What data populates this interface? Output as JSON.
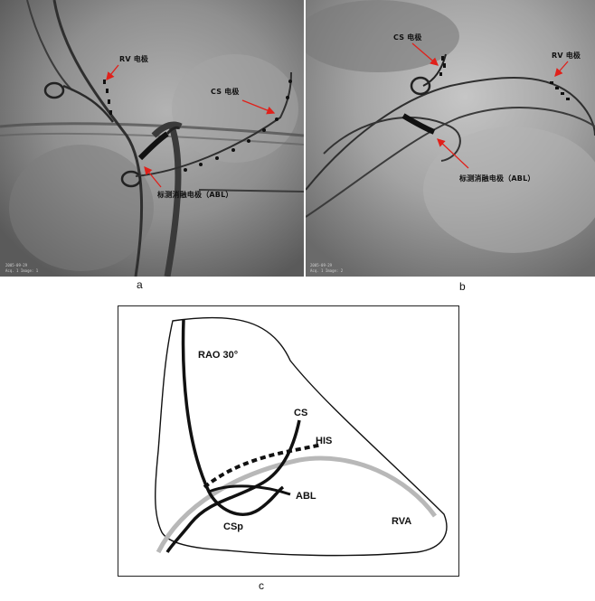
{
  "figure": {
    "panel_a": {
      "label": "a",
      "annotations": {
        "rv": "RV 电极",
        "cs": "CS 电极",
        "abl": "标测消融电极（ABL）"
      },
      "burned_in": [
        "2005-09-29",
        "Acq. 1 Image: 1"
      ]
    },
    "panel_b": {
      "label": "b",
      "annotations": {
        "cs": "CS 电极",
        "rv": "RV 电极",
        "abl": "标测消融电极（ABL）"
      },
      "burned_in": [
        "2005-09-29",
        "Acq. 1 Image: 2"
      ]
    },
    "panel_c": {
      "label": "c",
      "labels": {
        "view": "RAO 30°",
        "cs": "CS",
        "his": "HIS",
        "abl": "ABL",
        "csp": "CSp",
        "rva": "RVA"
      }
    }
  },
  "colors": {
    "arrow": "#e0201a",
    "xray_bg": "#8e8e8e",
    "diagram_line": "#111111",
    "rva_curve": "#b8b8b8"
  }
}
